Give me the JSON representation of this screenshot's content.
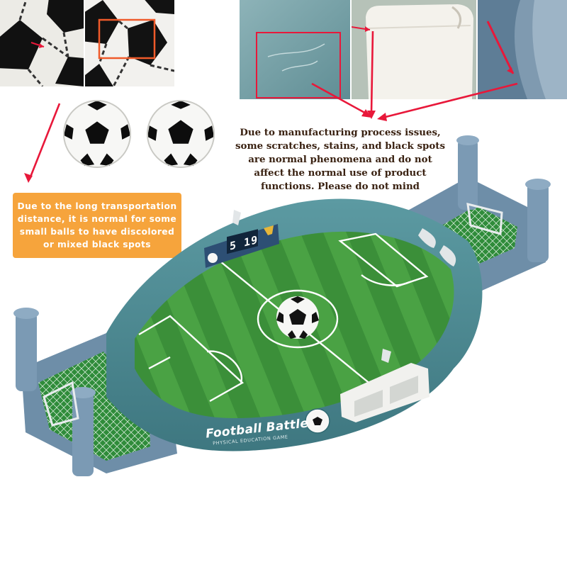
{
  "notes": {
    "transport_note": "Due to the long transportation distance, it is normal for some small balls to have discolored or mixed black spots",
    "process_note": "Due to manufacturing process issues, some scratches, stains, and black spots are normal phenomena and do not affect the normal use of product functions. Please do not mind"
  },
  "product": {
    "brand": "Football Battle",
    "subtitle": "PHYSICAL EDUCATION GAME",
    "scoreboard": "5 19"
  },
  "colors": {
    "callout_bg": "#f6a43c",
    "arrow": "#e8183a",
    "board_body": "#4f8a93",
    "field_green": "#3f9a3c",
    "goal_towers": "#6e8ea8",
    "note_text": "#3a2212"
  },
  "icons": [
    "soccer-ball-icon",
    "trophy-icon",
    "arrow-icon"
  ]
}
